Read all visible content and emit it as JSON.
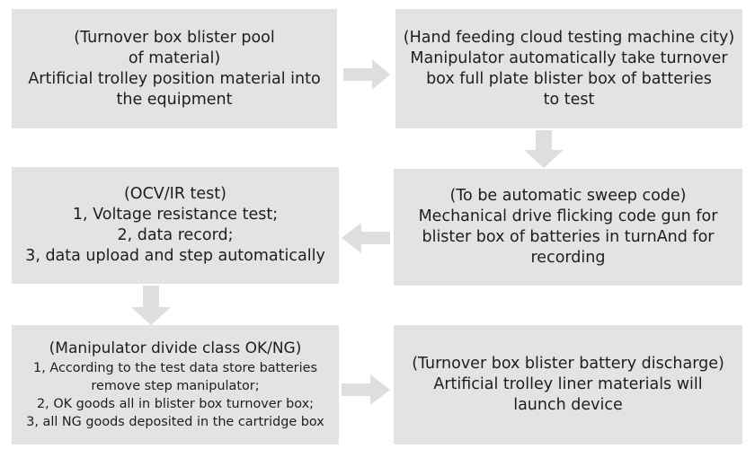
{
  "boxes": {
    "b1": [
      "(Turnover box blister pool",
      "of material)",
      "Artificial trolley position material into",
      "the equipment"
    ],
    "b2": [
      "(Hand feeding cloud testing machine city)",
      "Manipulator automatically take turnover",
      "box full plate blister box of batteries",
      "to test"
    ],
    "b3": [
      "(OCV/IR test)",
      "1, Voltage resistance test;",
      "2, data record;",
      "3, data upload and step automatically"
    ],
    "b4": [
      "(To be automatic sweep code)",
      "Mechanical drive flicking code gun for",
      "blister box of batteries in turnAnd for",
      "recording"
    ],
    "b5": [
      "(Manipulator divide class OK/NG)",
      "1, According to the test data store batteries",
      "remove step manipulator;",
      "2, OK goods all in blister box turnover box;",
      "3, all NG goods deposited in the cartridge box"
    ],
    "b6": [
      "(Turnover box blister battery discharge)",
      "Artificial trolley liner materials will",
      "launch device"
    ]
  },
  "colors": {
    "box_fill": "#e3e3e3",
    "arrow_fill": "#dedede",
    "text": "#1e1e1e"
  }
}
